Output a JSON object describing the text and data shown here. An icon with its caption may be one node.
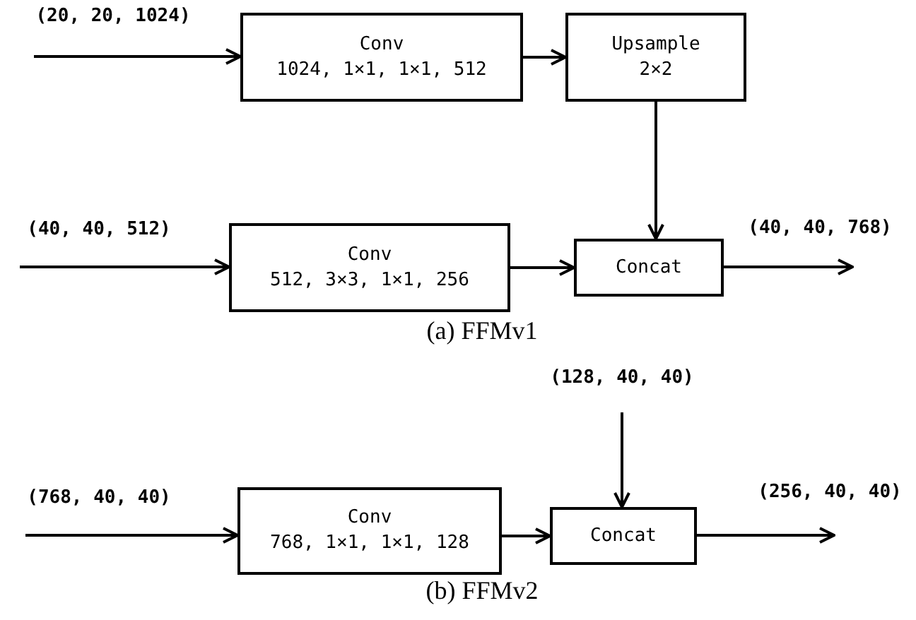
{
  "diagram": {
    "nodes": [
      {
        "text": [
          "Conv",
          "1024, 1×1, 1×1, 512"
        ]
      },
      {
        "text": [
          "Upsample",
          "2×2"
        ]
      },
      {
        "text": [
          "Conv",
          "512, 3×3, 1×1, 256"
        ]
      },
      {
        "text": [
          "Concat"
        ]
      },
      {
        "text": [
          "Conv",
          "768, 1×1, 1×1, 128"
        ]
      },
      {
        "text": [
          "Concat"
        ]
      }
    ],
    "edges": [
      {
        "from": null,
        "to": 0,
        "arrow": "to",
        "label": "(20, 20, 1024)"
      },
      {
        "from": 0,
        "to": 1,
        "arrow": "to"
      },
      {
        "from": 1,
        "to": 3,
        "arrow": "to"
      },
      {
        "from": null,
        "to": 2,
        "arrow": "to",
        "label": "(40, 40, 512)"
      },
      {
        "from": 2,
        "to": 3,
        "arrow": "to"
      },
      {
        "from": 3,
        "to": null,
        "arrow": "to",
        "label": "(40, 40, 768)"
      },
      {
        "from": null,
        "to": 4,
        "arrow": "to",
        "label": "(768, 40, 40)"
      },
      {
        "from": 4,
        "to": 5,
        "arrow": "to"
      },
      {
        "from": null,
        "to": 5,
        "arrow": "to",
        "label": "(128, 40, 40)"
      },
      {
        "from": 5,
        "to": null,
        "arrow": "to",
        "label": "(256, 40, 40)"
      }
    ],
    "labels": [
      "(a) FFMv1",
      "(b) FFMv2"
    ]
  }
}
